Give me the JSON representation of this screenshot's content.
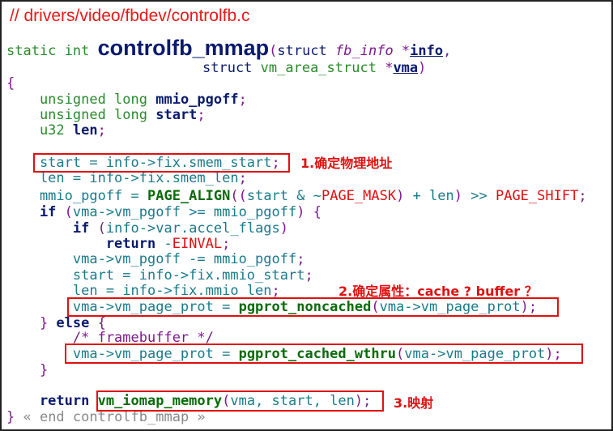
{
  "title": "// drivers/video/fbdev/controlfb.c",
  "annotations": [
    "1.确定物理地址",
    "2.确定属性：cache ? buffer ？",
    "3.映射"
  ],
  "colors": {
    "highlight_box": "#e01010",
    "title": "#e81818"
  },
  "code_lines": [
    [
      {
        "t": "static int ",
        "c": "kw"
      },
      {
        "t": "controlfb_mmap",
        "c": "big"
      },
      {
        "t": "(",
        "c": "p"
      },
      {
        "t": "struct ",
        "c": "st"
      },
      {
        "t": "fb_info",
        "c": "ty"
      },
      {
        "t": " *",
        "c": "p"
      },
      {
        "t": "info",
        "c": "ul"
      },
      {
        "t": ",",
        "c": "p"
      }
    ],
    [
      {
        "t": "struct ",
        "c": "st"
      },
      {
        "t": "vm_area_struct",
        "c": "kw"
      },
      {
        "t": " *",
        "c": "p"
      },
      {
        "t": "vma",
        "c": "ul"
      },
      {
        "t": ")",
        "c": "p"
      }
    ],
    [
      {
        "t": "{",
        "c": "p"
      }
    ],
    [
      {
        "t": "    unsigned long ",
        "c": "kw"
      },
      {
        "t": "mmio_pgoff",
        "c": "dn"
      },
      {
        "t": ";",
        "c": "p"
      }
    ],
    [
      {
        "t": "    unsigned long ",
        "c": "kw"
      },
      {
        "t": "start",
        "c": "dn"
      },
      {
        "t": ";",
        "c": "p"
      }
    ],
    [
      {
        "t": "    u32 ",
        "c": "kw"
      },
      {
        "t": "len",
        "c": "dn"
      },
      {
        "t": ";",
        "c": "p"
      }
    ],
    [],
    [
      {
        "t": "    start = info->fix.smem_start",
        "c": "id"
      },
      {
        "t": ";",
        "c": "p"
      }
    ],
    [
      {
        "t": "    len = info->fix.smem_len",
        "c": "id"
      },
      {
        "t": ";",
        "c": "p"
      }
    ],
    [
      {
        "t": "    mmio_pgoff = ",
        "c": "id"
      },
      {
        "t": "PAGE_ALIGN",
        "c": "fn"
      },
      {
        "t": "((",
        "c": "p"
      },
      {
        "t": "start & ~",
        "c": "id"
      },
      {
        "t": "PAGE_MASK",
        "c": "mac"
      },
      {
        "t": ")",
        "c": "p"
      },
      {
        "t": " + len",
        "c": "id"
      },
      {
        "t": ")",
        "c": "p"
      },
      {
        "t": " >> ",
        "c": "id"
      },
      {
        "t": "PAGE_SHIFT",
        "c": "mac"
      },
      {
        "t": ";",
        "c": "p"
      }
    ],
    [
      {
        "t": "    if",
        "c": "kb"
      },
      {
        "t": " (",
        "c": "p"
      },
      {
        "t": "vma->vm_pgoff >= mmio_pgoff",
        "c": "id"
      },
      {
        "t": ") {",
        "c": "p"
      }
    ],
    [
      {
        "t": "        if",
        "c": "kb"
      },
      {
        "t": " (",
        "c": "p"
      },
      {
        "t": "info->var.accel_flags",
        "c": "id"
      },
      {
        "t": ")",
        "c": "p"
      }
    ],
    [
      {
        "t": "            return",
        "c": "kb"
      },
      {
        "t": " -",
        "c": "id"
      },
      {
        "t": "EINVAL",
        "c": "mac"
      },
      {
        "t": ";",
        "c": "p"
      }
    ],
    [
      {
        "t": "        vma->vm_pgoff -= mmio_pgoff",
        "c": "id"
      },
      {
        "t": ";",
        "c": "p"
      }
    ],
    [
      {
        "t": "        start = info->fix.mmio_start",
        "c": "id"
      },
      {
        "t": ";",
        "c": "p"
      }
    ],
    [
      {
        "t": "        len = info->fix.mmio_len",
        "c": "id"
      },
      {
        "t": ";",
        "c": "p"
      }
    ],
    [
      {
        "t": "        vma->vm_page_prot = ",
        "c": "id"
      },
      {
        "t": "pgprot_noncached",
        "c": "fn"
      },
      {
        "t": "(",
        "c": "p"
      },
      {
        "t": "vma->vm_page_prot",
        "c": "id"
      },
      {
        "t": ");",
        "c": "p"
      }
    ],
    [
      {
        "t": "    } ",
        "c": "p"
      },
      {
        "t": "else",
        "c": "kb"
      },
      {
        "t": " {",
        "c": "p"
      }
    ],
    [
      {
        "t": "        /* framebuffer */",
        "c": "cm"
      }
    ],
    [
      {
        "t": "        vma->vm_page_prot = ",
        "c": "id"
      },
      {
        "t": "pgprot_cached_wthru",
        "c": "fn"
      },
      {
        "t": "(",
        "c": "p"
      },
      {
        "t": "vma->vm_page_prot",
        "c": "id"
      },
      {
        "t": ");",
        "c": "p"
      }
    ],
    [
      {
        "t": "    }",
        "c": "p"
      }
    ],
    [],
    [
      {
        "t": "    return ",
        "c": "kb"
      },
      {
        "t": "vm_iomap_memory",
        "c": "fn"
      },
      {
        "t": "(",
        "c": "p"
      },
      {
        "t": "vma, start, len",
        "c": "id"
      },
      {
        "t": ");",
        "c": "p"
      }
    ],
    [
      {
        "t": "}",
        "c": "p"
      },
      {
        "t": " « end controlfb_mmap »",
        "c": "gr"
      }
    ]
  ]
}
